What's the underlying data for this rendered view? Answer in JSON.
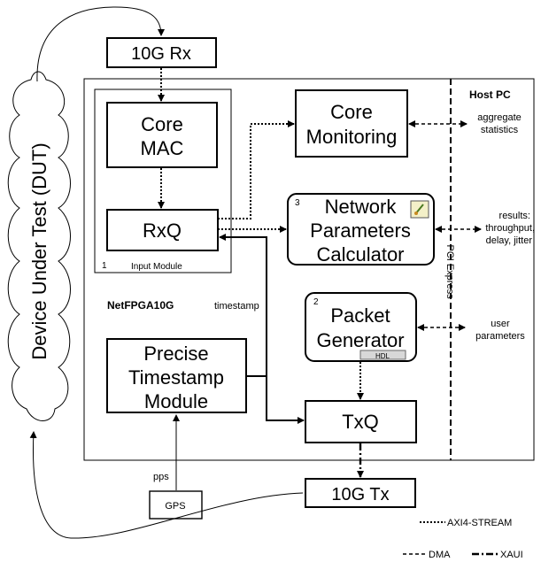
{
  "blocks": {
    "rx": "10G Rx",
    "tx": "10G Tx",
    "core_mac_1": "Core",
    "core_mac_2": "MAC",
    "rxq": "RxQ",
    "txq": "TxQ",
    "core_monitoring_1": "Core",
    "core_monitoring_2": "Monitoring",
    "npc_1": "Network",
    "npc_2": "Parameters",
    "npc_3": "Calculator",
    "npc_number": "3",
    "pg_1": "Packet",
    "pg_2": "Generator",
    "pg_number": "2",
    "pg_badge": "HDL",
    "pts_1": "Precise",
    "pts_2": "Timestamp",
    "pts_3": "Module",
    "gps": "GPS",
    "input_module_number": "1",
    "input_module_label": "Input Module"
  },
  "labels": {
    "dut": "Device Under Test (DUT)",
    "netfpga": "NetFPGA10G",
    "host_pc": "Host PC",
    "pci_express": "PCI Express",
    "timestamp": "timestamp",
    "pps": "pps",
    "aggregate_1": "aggregate",
    "aggregate_2": "statistics",
    "results_1": "results:",
    "results_2": "throughput,",
    "results_3": "delay, jitter",
    "user_1": "user",
    "user_2": "parameters"
  },
  "legend": {
    "axi": "AXI4-STREAM",
    "dma": "DMA",
    "xaui": "XAUI"
  }
}
